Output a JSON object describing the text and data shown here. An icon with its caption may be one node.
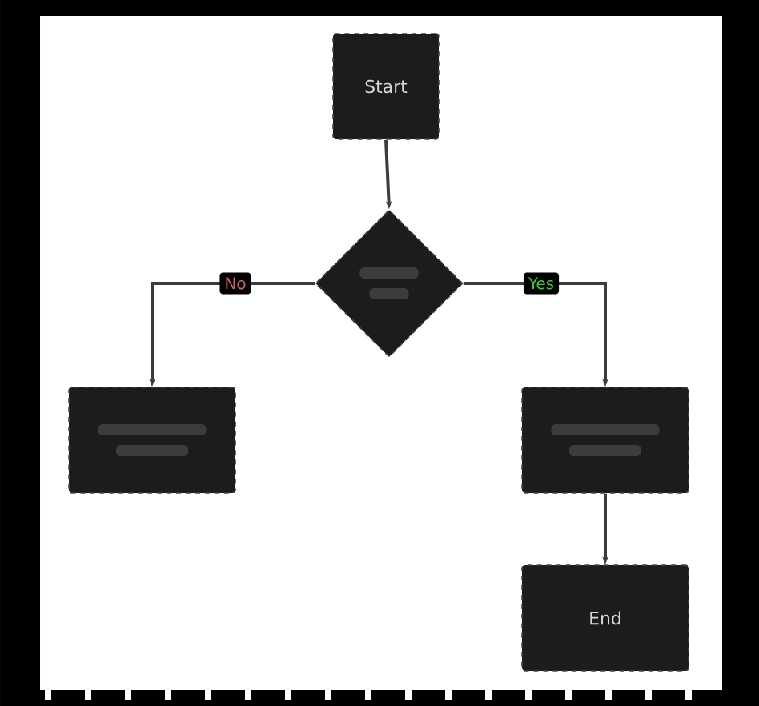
{
  "diagram": {
    "nodes": [
      {
        "text": [
          "Start"
        ]
      },
      {
        "text": [],
        "shape": "diamond"
      },
      {
        "text": [],
        "shape": "box"
      },
      {
        "text": [],
        "shape": "box"
      },
      {
        "text": [
          "End"
        ]
      }
    ],
    "edges": [
      {
        "from": 0,
        "to": 1,
        "arrow": "to"
      },
      {
        "from": 1,
        "to": 2,
        "arrow": "to",
        "label": "No"
      },
      {
        "from": 1,
        "to": 3,
        "arrow": "to",
        "label": "Yes"
      },
      {
        "from": 3,
        "to": 4,
        "arrow": "to"
      }
    ]
  }
}
